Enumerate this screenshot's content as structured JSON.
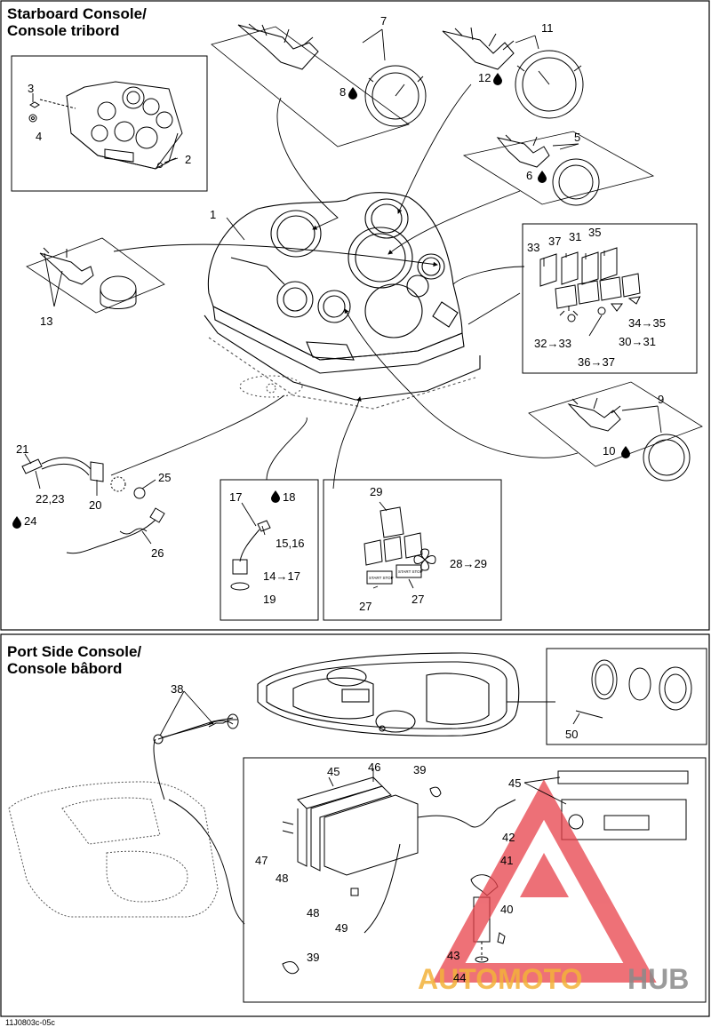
{
  "sections": [
    {
      "title_line1": "Starboard Console/",
      "title_line2": "Console tribord"
    },
    {
      "title_line1": "Port Side Console/",
      "title_line2": "Console bâbord"
    }
  ],
  "callouts_starboard": [
    "1",
    "2",
    "3",
    "4",
    "5",
    "6",
    "7",
    "8",
    "9",
    "10",
    "11",
    "12",
    "13",
    "14→17",
    "15,16",
    "17",
    "18",
    "19",
    "20",
    "21",
    "22,23",
    "24",
    "25",
    "26",
    "27",
    "27",
    "28→29",
    "29",
    "30→31",
    "31",
    "32→33",
    "33",
    "34→35",
    "35",
    "36→37",
    "37"
  ],
  "callouts_port": [
    "38",
    "39",
    "39",
    "40",
    "41",
    "42",
    "43",
    "44",
    "45",
    "45",
    "46",
    "47",
    "48",
    "48",
    "49",
    "50"
  ],
  "stamps": [
    "START STOP",
    "START STOP"
  ],
  "watermark": {
    "text_a": "AUTOMOTO",
    "text_b": "HUB",
    "color_a": "#f3b23a",
    "color_b": "#8a8a8a",
    "triangle_color": "#e8414a"
  },
  "figure_code": "11J0803c-05c",
  "colors": {
    "line": "#000000",
    "dotted": "#555555"
  }
}
